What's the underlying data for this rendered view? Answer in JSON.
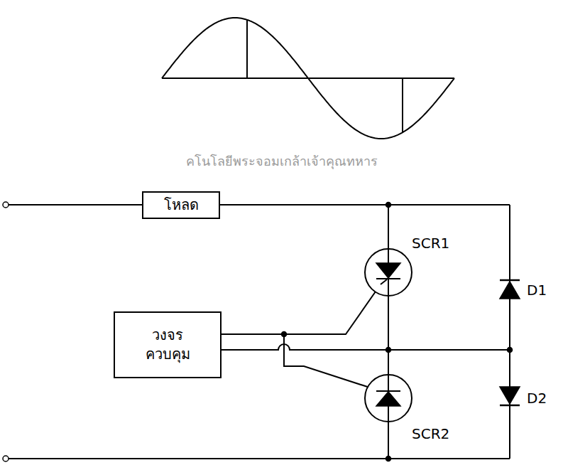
{
  "diagram": {
    "nodes": [
      {
        "text": [
          "โหลด"
        ]
      },
      {
        "text": [
          "วงจร ควบคุม"
        ]
      }
    ],
    "labels": [
      "SCR1",
      "D1",
      "SCR2",
      "D2",
      "คโนโลยีพระจอมเกล้าเจ้าคุณทหาร"
    ]
  }
}
